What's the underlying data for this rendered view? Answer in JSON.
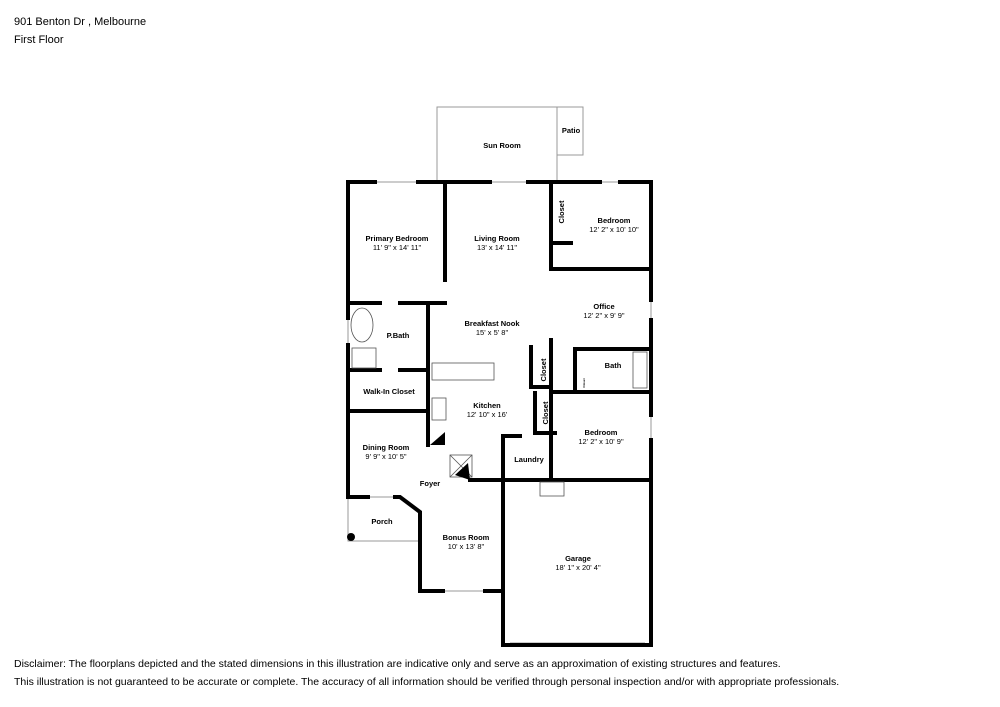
{
  "header": {
    "address": "901 Benton Dr , Melbourne",
    "floor": "First Floor"
  },
  "rooms": {
    "sun_room": {
      "name": "Sun Room"
    },
    "patio": {
      "name": "Patio"
    },
    "primary_bedroom": {
      "name": "Primary Bedroom",
      "dims": "11' 9\" x 14' 11\""
    },
    "living_room": {
      "name": "Living Room",
      "dims": "13' x 14' 11\""
    },
    "closet1": {
      "name": "Closet"
    },
    "bedroom1": {
      "name": "Bedroom",
      "dims": "12' 2\" x 10' 10\""
    },
    "office": {
      "name": "Office",
      "dims": "12' 2\" x 9' 9\""
    },
    "breakfast_nook": {
      "name": "Breakfast Nook",
      "dims": "15' x 5' 8\""
    },
    "pbath": {
      "name": "P.Bath"
    },
    "closet2": {
      "name": "Closet"
    },
    "bath": {
      "name": "Bath"
    },
    "linen": {
      "name": "Closet"
    },
    "walkin_closet": {
      "name": "Walk-In Closet"
    },
    "kitchen": {
      "name": "Kitchen",
      "dims": "12' 10\" x 16'"
    },
    "closet3": {
      "name": "Closet"
    },
    "bedroom2": {
      "name": "Bedroom",
      "dims": "12' 2\" x 10' 9\""
    },
    "dining_room": {
      "name": "Dining Room",
      "dims": "9' 9\" x 10' 5\""
    },
    "laundry": {
      "name": "Laundry"
    },
    "foyer": {
      "name": "Foyer"
    },
    "porch": {
      "name": "Porch"
    },
    "bonus_room": {
      "name": "Bonus Room",
      "dims": "10' x 13' 8\""
    },
    "garage": {
      "name": "Garage",
      "dims": "18' 1\" x 20' 4\""
    }
  },
  "disclaimer": {
    "line1": "Disclaimer: The floorplans depicted and the stated dimensions in this illustration are indicative only and serve as an approximation of existing structures and features.",
    "line2": "This illustration is not guaranteed to be accurate or complete. The accuracy of all information should be verified through personal inspection and/or with appropriate professionals."
  }
}
